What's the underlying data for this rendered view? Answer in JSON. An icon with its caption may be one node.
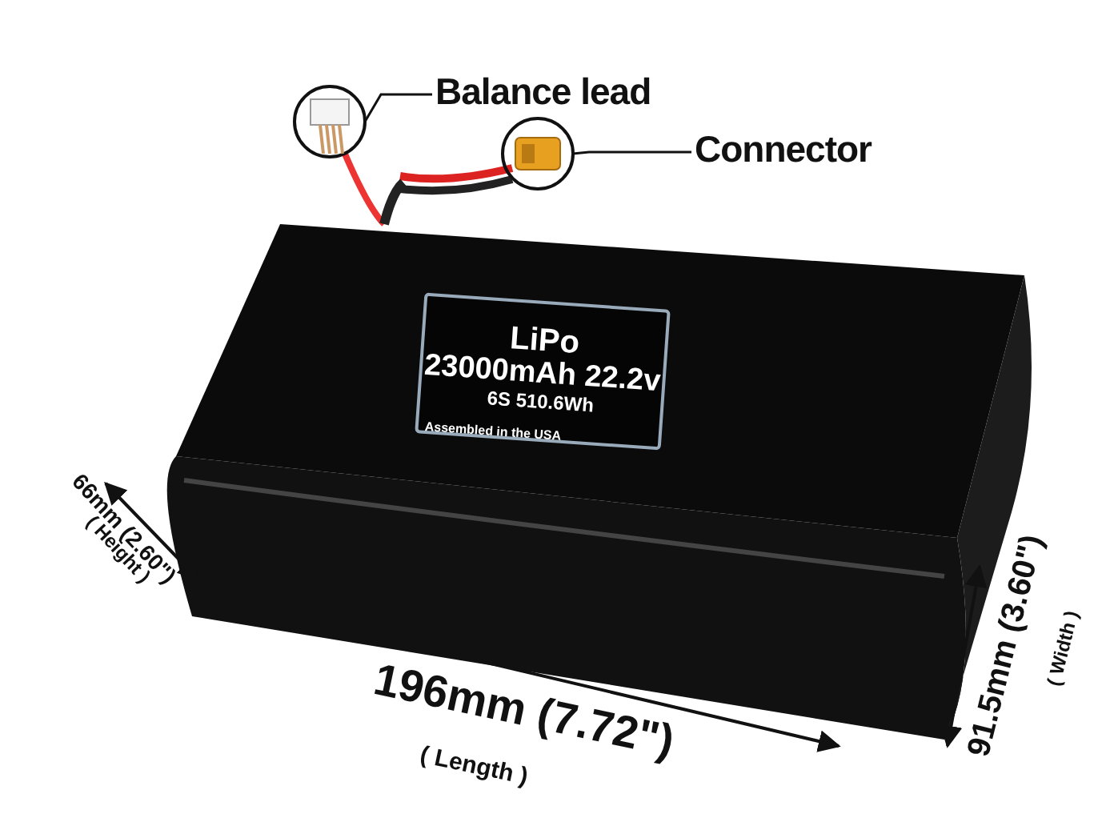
{
  "diagram": {
    "nodes": [
      {
        "text": [
          "Balance lead"
        ]
      },
      {
        "text": [],
        "shape": "picture"
      },
      {
        "text": [
          "Connector"
        ]
      },
      {
        "text": [],
        "shape": "picture"
      }
    ],
    "edges": [
      {
        "from": 0,
        "to": 1,
        "arrow": "none"
      },
      {
        "from": 2,
        "to": 3,
        "arrow": "none"
      }
    ],
    "labels": [
      "LiPo",
      "23000mAh 22.2v",
      "6S 510.6Wh",
      "Assembled in the USA",
      "66mm (2.60\")",
      "( Height )",
      "196mm (7.72\")",
      "( Length )",
      "91.5mm (3.60\")",
      "( Width )"
    ]
  }
}
